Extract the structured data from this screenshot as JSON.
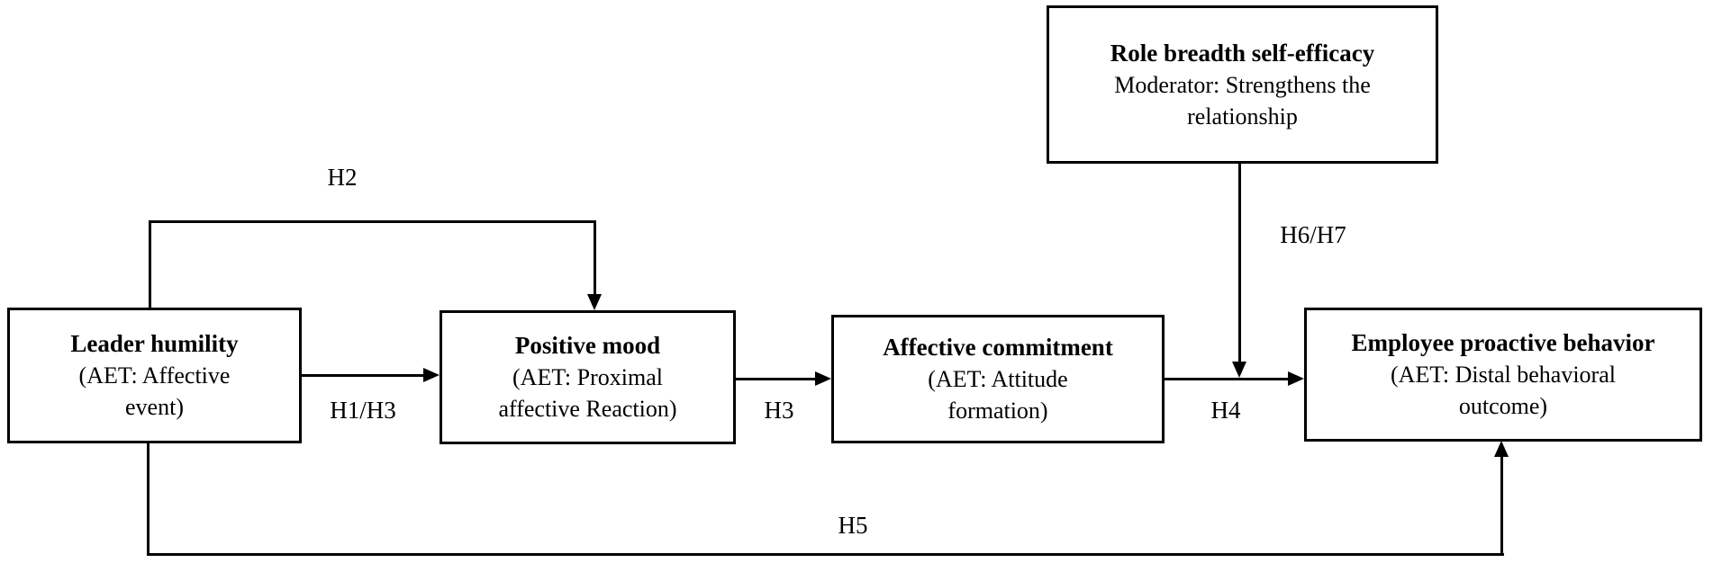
{
  "diagram": {
    "background_color": "#ffffff",
    "line_color": "#000000",
    "boxes": {
      "leader": {
        "title": "Leader humility",
        "subtitle": "(AET: Affective event)"
      },
      "mood": {
        "title": "Positive mood",
        "subtitle": "(AET: Proximal affective Reaction)"
      },
      "commitment": {
        "title": "Affective commitment",
        "subtitle": "(AET: Attitude formation)"
      },
      "behavior": {
        "title": "Employee proactive behavior",
        "subtitle": "(AET: Distal behavioral outcome)"
      },
      "moderator": {
        "title": "Role breadth self-efficacy",
        "subtitle": "Moderator: Strengthens the relationship"
      }
    },
    "edge_labels": {
      "h1_h3": "H1/H3",
      "h2": "H2",
      "h3": "H3",
      "h4": "H4",
      "h5": "H5",
      "h6_h7": "H6/H7"
    }
  }
}
